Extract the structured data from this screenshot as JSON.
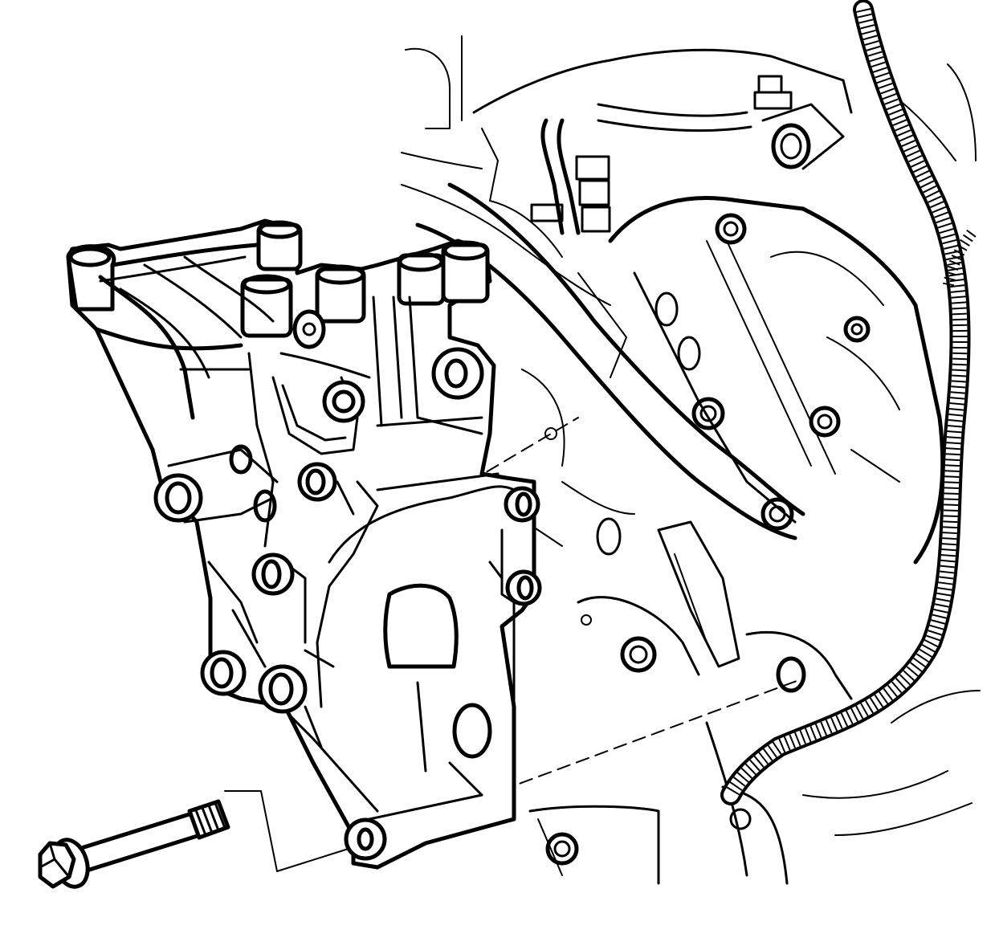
{
  "figure": {
    "caption": "",
    "parts": [
      {
        "name": "generator-bracket"
      },
      {
        "name": "mounting-bolt"
      },
      {
        "name": "engine-block"
      },
      {
        "name": "wiring-harness"
      }
    ]
  },
  "colors": {
    "line": "#000000",
    "background": "#ffffff"
  }
}
